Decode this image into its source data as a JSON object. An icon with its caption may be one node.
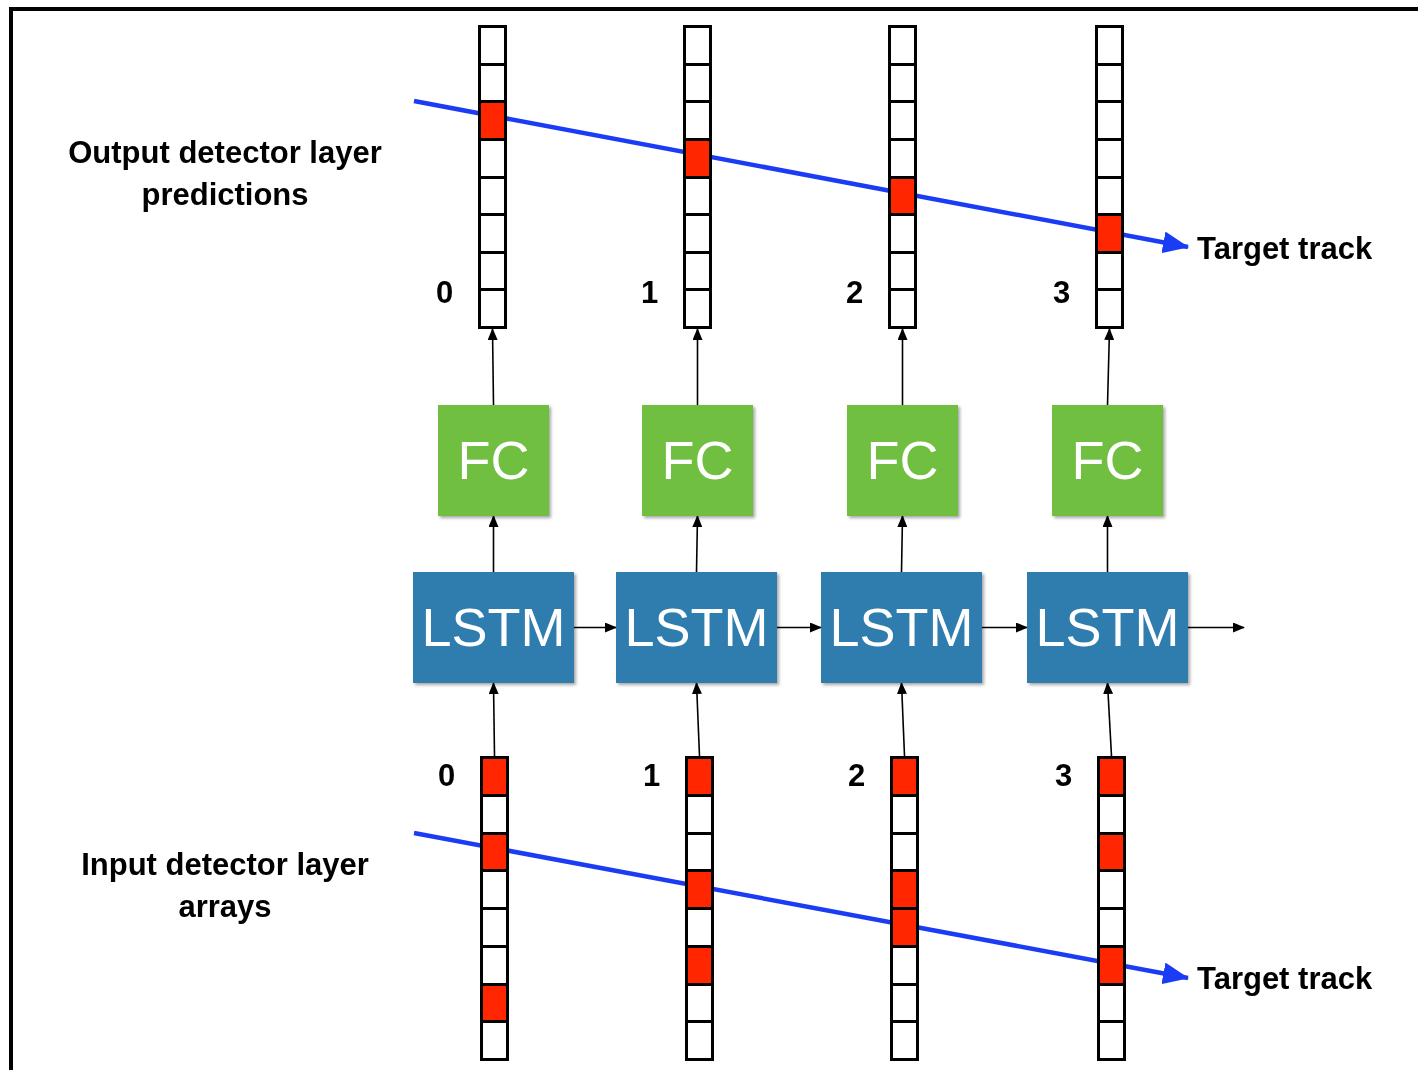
{
  "diagram": {
    "nodes": [
      {
        "text": [
          "Output detector layer predictions"
        ]
      },
      {
        "text": [],
        "shape": "bar",
        "beside": [
          "0"
        ]
      },
      {
        "text": [],
        "shape": "bar",
        "beside": [
          "1"
        ]
      },
      {
        "text": [],
        "shape": "bar",
        "beside": [
          "2"
        ]
      },
      {
        "text": [],
        "shape": "bar",
        "beside": [
          "3"
        ]
      },
      {
        "text": [
          "FC"
        ]
      },
      {
        "text": [
          "FC"
        ]
      },
      {
        "text": [
          "FC"
        ]
      },
      {
        "text": [
          "FC"
        ]
      },
      {
        "text": [
          "LSTM"
        ]
      },
      {
        "text": [
          "LSTM"
        ]
      },
      {
        "text": [
          "LSTM"
        ]
      },
      {
        "text": [
          "LSTM"
        ]
      },
      {
        "text": [],
        "shape": "bar",
        "beside": [
          "0"
        ]
      },
      {
        "text": [],
        "shape": "bar",
        "beside": [
          "1"
        ]
      },
      {
        "text": [],
        "shape": "bar",
        "beside": [
          "2"
        ]
      },
      {
        "text": [],
        "shape": "bar",
        "beside": [
          "3"
        ]
      },
      {
        "text": [
          "Input detector layer arrays"
        ]
      }
    ],
    "edges": [
      {
        "from": 5,
        "to": 1,
        "arrow": "to"
      },
      {
        "from": 6,
        "to": 2,
        "arrow": "to"
      },
      {
        "from": 7,
        "to": 3,
        "arrow": "to"
      },
      {
        "from": 8,
        "to": 4,
        "arrow": "to"
      },
      {
        "from": 9,
        "to": 5,
        "arrow": "to"
      },
      {
        "from": 10,
        "to": 6,
        "arrow": "to"
      },
      {
        "from": 11,
        "to": 7,
        "arrow": "to"
      },
      {
        "from": 12,
        "to": 8,
        "arrow": "to"
      },
      {
        "from": 13,
        "to": 9,
        "arrow": "to"
      },
      {
        "from": 14,
        "to": 10,
        "arrow": "to"
      },
      {
        "from": 15,
        "to": 11,
        "arrow": "to"
      },
      {
        "from": 16,
        "to": 12,
        "arrow": "to"
      },
      {
        "from": 9,
        "to": 10,
        "arrow": "to"
      },
      {
        "from": 10,
        "to": 11,
        "arrow": "to"
      },
      {
        "from": 11,
        "to": 12,
        "arrow": "to"
      },
      {
        "from": 12,
        "to": null,
        "arrow": "to"
      }
    ],
    "labels": [
      "Target track",
      "Target track"
    ]
  }
}
